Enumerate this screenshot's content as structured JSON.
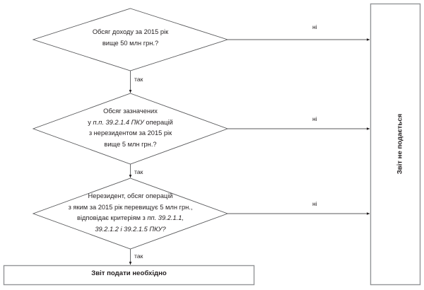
{
  "diagram": {
    "title": "Flowchart: report filing decision",
    "stroke_color": "#58595b",
    "box_stroke_color": "#939598",
    "text_color": "#231f20",
    "background": "#ffffff"
  },
  "decisions": [
    {
      "id": "decision-income-volume",
      "lines": [
        [
          {
            "t": "Обсяг доходу за 2015 рік",
            "style": "normal"
          }
        ],
        [
          {
            "t": "вище 50 млн грн.?",
            "style": "normal"
          }
        ]
      ],
      "yes_label": "так",
      "no_label": "ні"
    },
    {
      "id": "decision-nonresident-operations-volume",
      "lines": [
        [
          {
            "t": "Обсяг зазначених",
            "style": "normal"
          }
        ],
        [
          {
            "t": "у ",
            "style": "normal"
          },
          {
            "t": "п.п. 39.2.1.4 ПКУ",
            "style": "italic"
          },
          {
            "t": " операцій",
            "style": "normal"
          }
        ],
        [
          {
            "t": "з нерезидентом за 2015 рік",
            "style": "normal"
          }
        ],
        [
          {
            "t": "вище 5 млн грн.?",
            "style": "normal"
          }
        ]
      ],
      "yes_label": "так",
      "no_label": "ні"
    },
    {
      "id": "decision-nonresident-criteria",
      "lines": [
        [
          {
            "t": "Нерезидент, обсяг операцій",
            "style": "normal"
          }
        ],
        [
          {
            "t": "з яким за 2015 рік перевищує 5 млн грн.,",
            "style": "normal"
          }
        ],
        [
          {
            "t": "відповідає критеріям з ",
            "style": "normal"
          },
          {
            "t": "пп. 39.2.1.1,",
            "style": "italic"
          }
        ],
        [
          {
            "t": "39.2.1.2 і 39.2.1.5 ПКУ?",
            "style": "italic"
          }
        ]
      ],
      "yes_label": "так",
      "no_label": "ні"
    }
  ],
  "terminals": {
    "report_required": "Звіт подати необхідно",
    "report_not_required": "Звіт не подається"
  }
}
